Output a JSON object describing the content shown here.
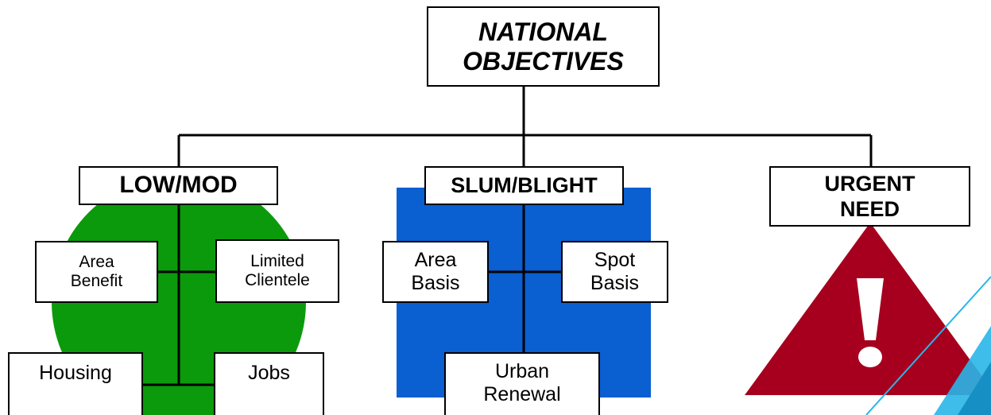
{
  "diagram": {
    "root": {
      "line1": "NATIONAL",
      "line2": "OBJECTIVES"
    },
    "categories": {
      "low_mod": {
        "label": "LOW/MOD",
        "symbol": "green-circle",
        "symbol_color": "#0B9A0B"
      },
      "slum_blight": {
        "label": "SLUM/BLIGHT",
        "symbol": "blue-square",
        "symbol_color": "#0A5FD1"
      },
      "urgent_need": {
        "line1": "URGENT",
        "line2": "NEED",
        "symbol": "warning-triangle",
        "symbol_color": "#A6001E",
        "symbol_mark": "!"
      }
    },
    "low_mod_items": {
      "area_benefit": {
        "line1": "Area",
        "line2": "Benefit"
      },
      "limited_clientele": {
        "line1": "Limited",
        "line2": "Clientele"
      },
      "housing": "Housing",
      "jobs": "Jobs"
    },
    "slum_blight_items": {
      "area_basis": {
        "line1": "Area",
        "line2": "Basis"
      },
      "spot_basis": {
        "line1": "Spot",
        "line2": "Basis"
      },
      "urban_renewal": {
        "line1": "Urban",
        "line2": "Renewal"
      }
    },
    "accent_line_color": "#29B6E8"
  }
}
